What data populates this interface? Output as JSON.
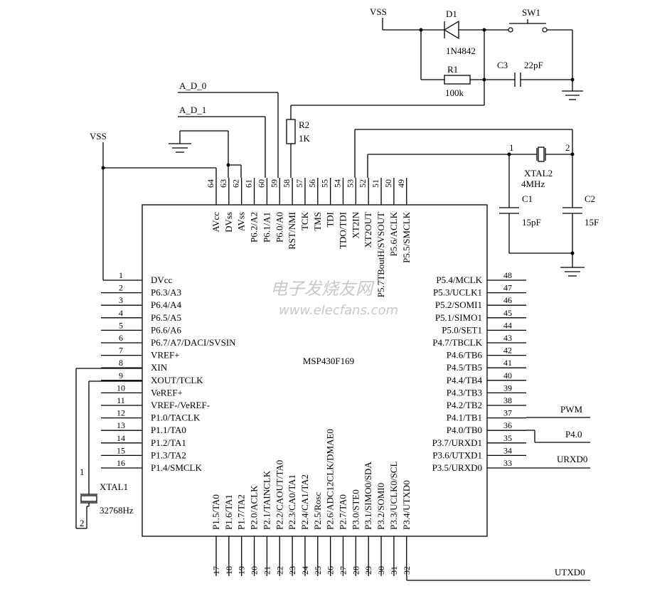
{
  "chip": {
    "name": "MSP430F169"
  },
  "pins_left": [
    {
      "num": "1",
      "name": "DVcc"
    },
    {
      "num": "2",
      "name": "P6.3/A3"
    },
    {
      "num": "3",
      "name": "P6.4/A4"
    },
    {
      "num": "4",
      "name": "P6.5/A5"
    },
    {
      "num": "5",
      "name": "P6.6/A6"
    },
    {
      "num": "6",
      "name": "P6.7/A7/DACI/SVSIN"
    },
    {
      "num": "7",
      "name": "VREF+"
    },
    {
      "num": "8",
      "name": "XIN"
    },
    {
      "num": "9",
      "name": "XOUT/TCLK"
    },
    {
      "num": "10",
      "name": "VeREF+"
    },
    {
      "num": "11",
      "name": "VREF-/VeREF-"
    },
    {
      "num": "12",
      "name": "P1.0/TACLK"
    },
    {
      "num": "13",
      "name": "P1.1/TA0"
    },
    {
      "num": "14",
      "name": "P1.2/TA1"
    },
    {
      "num": "15",
      "name": "P1.3/TA2"
    },
    {
      "num": "16",
      "name": "P1.4/SMCLK"
    }
  ],
  "pins_right": [
    {
      "num": "48",
      "name": "P5.4/MCLK"
    },
    {
      "num": "47",
      "name": "P5.3/UCLK1"
    },
    {
      "num": "46",
      "name": "P5.2/SOMI1"
    },
    {
      "num": "45",
      "name": "P5.1/SIMO1"
    },
    {
      "num": "44",
      "name": "P5.0/SET1"
    },
    {
      "num": "43",
      "name": "P4.7/TBCLK"
    },
    {
      "num": "42",
      "name": "P4.6/TB6"
    },
    {
      "num": "41",
      "name": "P4.5/TB5"
    },
    {
      "num": "40",
      "name": "P4.4/TB4"
    },
    {
      "num": "39",
      "name": "P4.3/TB3"
    },
    {
      "num": "38",
      "name": "P4.2/TB2"
    },
    {
      "num": "37",
      "name": "P4.1/TB1"
    },
    {
      "num": "36",
      "name": "P4.0/TB0"
    },
    {
      "num": "35",
      "name": "P3.7/URXD1"
    },
    {
      "num": "34",
      "name": "P3.6/UTXD1"
    },
    {
      "num": "33",
      "name": "P3.5/URXD0"
    }
  ],
  "pins_top": [
    {
      "num": "64",
      "name": "AVcc"
    },
    {
      "num": "63",
      "name": "DVss"
    },
    {
      "num": "62",
      "name": "AVss"
    },
    {
      "num": "61",
      "name": "P6.2/A2"
    },
    {
      "num": "60",
      "name": "P6.1/A1"
    },
    {
      "num": "59",
      "name": "P6.0/A0"
    },
    {
      "num": "58",
      "name": "RST/NMI"
    },
    {
      "num": "57",
      "name": "TCK"
    },
    {
      "num": "56",
      "name": "TMS"
    },
    {
      "num": "55",
      "name": "TDI"
    },
    {
      "num": "54",
      "name": "TDO/TDI"
    },
    {
      "num": "53",
      "name": "XT2IN"
    },
    {
      "num": "52",
      "name": "XT2OUT"
    },
    {
      "num": "51",
      "name": "P5.7TBoutH/SVSOUT"
    },
    {
      "num": "50",
      "name": "P5.6/ACLK"
    },
    {
      "num": "49",
      "name": "P5.5/SMCLK"
    }
  ],
  "pins_bottom": [
    {
      "num": "17",
      "name": "P1.5/TA0"
    },
    {
      "num": "18",
      "name": "P1.6/TA1"
    },
    {
      "num": "19",
      "name": "P1.7/TA2"
    },
    {
      "num": "20",
      "name": "P2.0/ACLK"
    },
    {
      "num": "21",
      "name": "P2.1/TAINCLK"
    },
    {
      "num": "22",
      "name": "P2.2/CAOUT/TA0"
    },
    {
      "num": "23",
      "name": "P2.3/CA0/TA1"
    },
    {
      "num": "24",
      "name": "P2.4/CA1/TA2"
    },
    {
      "num": "25",
      "name": "P2.5/Rosc"
    },
    {
      "num": "26",
      "name": "P2.6/ADC12CLK/DMAE0"
    },
    {
      "num": "27",
      "name": "P2.7/TA0"
    },
    {
      "num": "28",
      "name": "P3.0/STE0"
    },
    {
      "num": "29",
      "name": "P3.1/SIMO0/SDA"
    },
    {
      "num": "30",
      "name": "P3.2/SOMI0"
    },
    {
      "num": "31",
      "name": "P3.3/UCLK0/SCL"
    },
    {
      "num": "32",
      "name": "P3.4/UTXD0"
    }
  ],
  "labels": {
    "vss_top": "VSS",
    "vss_left": "VSS",
    "d1": "D1",
    "d1_part": "1N4842",
    "sw1": "SW1",
    "r1": "R1",
    "r1_val": "100k",
    "c3": "C3",
    "c3_val": "22pF",
    "r2": "R2",
    "r2_val": "1K",
    "a_d_0": "A_D_0",
    "a_d_1": "A_D_1",
    "xtal2": "XTAL2",
    "xtal2_val": "4MHz",
    "xtal2_p1": "1",
    "xtal2_p2": "2",
    "c1": "C1",
    "c1_val": "15pF",
    "c2": "C2",
    "c2_val": "15F",
    "xtal1": "XTAL1",
    "xtal1_val": "32768Hz",
    "xtal1_p1": "1",
    "xtal1_p2": "2",
    "pwm": "PWM",
    "p40": "P4.0",
    "urxd0": "URXD0",
    "utxd0": "UTXD0"
  },
  "watermark": {
    "cn": "电子发烧友网",
    "url": "www.elecfans.com"
  }
}
